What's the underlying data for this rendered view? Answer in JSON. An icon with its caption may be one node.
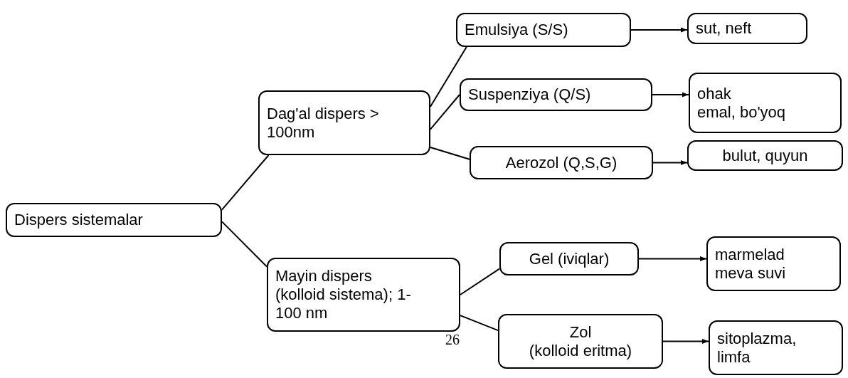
{
  "diagram": {
    "nodes": [
      {
        "text": [
          "Dispers sistemalar"
        ]
      },
      {
        "text": [
          "Dag'al dispers > 100nm"
        ]
      },
      {
        "text": [
          "Emulsiya (S/S)"
        ]
      },
      {
        "text": [
          "Suspenziya (Q/S)"
        ]
      },
      {
        "text": [
          "Aerozol (Q,S,G)"
        ]
      },
      {
        "text": [
          "sut, neft"
        ]
      },
      {
        "text": [
          "ohak",
          "emal, bo'yoq"
        ]
      },
      {
        "text": [
          "bulut, quyun"
        ]
      },
      {
        "text": [
          "Mayin dispers (kolloid sistema); 1-100 nm"
        ]
      },
      {
        "text": [
          "Gel (iviqlar)"
        ]
      },
      {
        "text": [
          "marmelad meva suvi"
        ]
      },
      {
        "text": [
          "Zol",
          "(kolloid eritma)"
        ]
      },
      {
        "text": [
          "sitoplazma, limfa"
        ]
      }
    ],
    "edges": [
      {
        "from": 0,
        "to": 1,
        "arrow": "none"
      },
      {
        "from": 0,
        "to": 8,
        "arrow": "none"
      },
      {
        "from": 1,
        "to": 2,
        "arrow": "none"
      },
      {
        "from": 1,
        "to": 3,
        "arrow": "none"
      },
      {
        "from": 1,
        "to": 4,
        "arrow": "none"
      },
      {
        "from": 2,
        "to": 5,
        "arrow": "to"
      },
      {
        "from": 3,
        "to": 6,
        "arrow": "to"
      },
      {
        "from": 4,
        "to": 7,
        "arrow": "to"
      },
      {
        "from": 8,
        "to": 9,
        "arrow": "none"
      },
      {
        "from": 8,
        "to": 11,
        "arrow": "none"
      },
      {
        "from": 9,
        "to": 10,
        "arrow": "to"
      },
      {
        "from": 11,
        "to": 12,
        "arrow": "to"
      }
    ],
    "labels": [
      "26"
    ]
  }
}
